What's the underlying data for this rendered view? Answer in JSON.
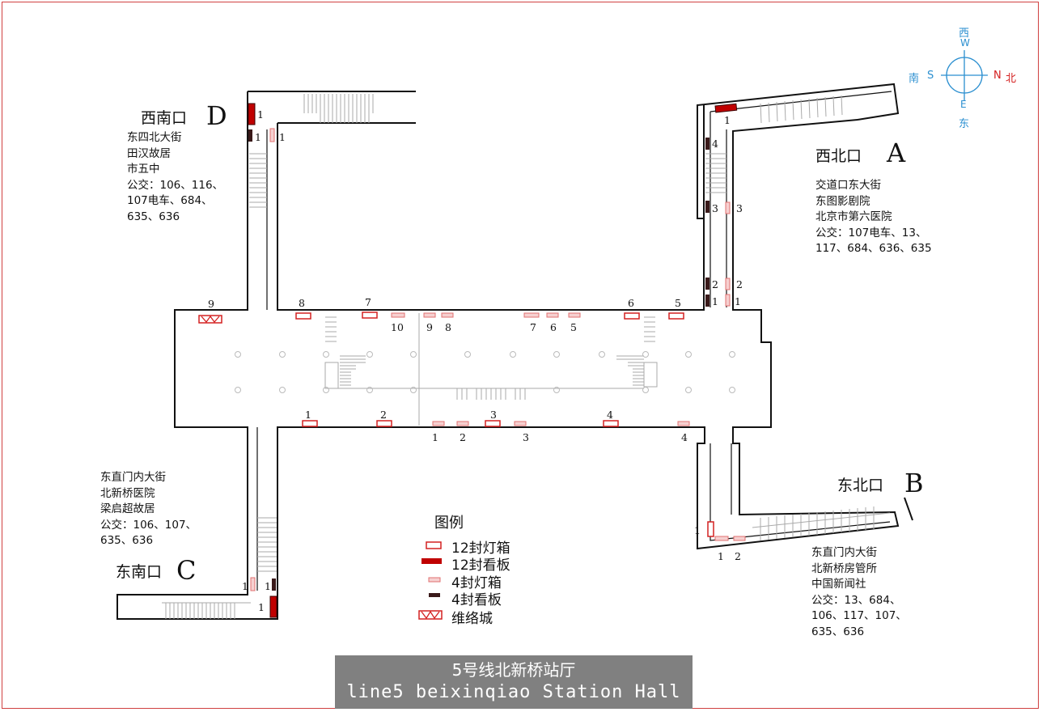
{
  "title": {
    "cn": "5号线北新桥站厅",
    "en": "line5 beixinqiao Station Hall"
  },
  "compass": {
    "west_cn": "西",
    "west": "W",
    "south_cn": "南",
    "south": "S",
    "north": "N",
    "north_cn": "北",
    "east": "E",
    "east_cn": "东"
  },
  "exits": {
    "D": {
      "name": "西南口",
      "letter": "D",
      "info": [
        "东四北大街",
        "田汉故居",
        "市五中",
        "公交：106、116、",
        "107电车、684、",
        "635、636"
      ]
    },
    "A": {
      "name": "西北口",
      "letter": "A",
      "info": [
        "交道口东大街",
        "东图影剧院",
        "北京市第六医院",
        "公交：107电车、13、",
        "117、684、636、635"
      ]
    },
    "C": {
      "name": "东南口",
      "letter": "C",
      "info": [
        "东直门内大街",
        "北新桥医院",
        "梁启超故居",
        "公交：106、107、",
        "635、636"
      ]
    },
    "B": {
      "name": "东北口",
      "letter": "B",
      "info": [
        "东直门内大街",
        "北新桥房管所",
        "中国新闻社",
        "公交：13、684、",
        "106、117、107、",
        "635、636"
      ]
    }
  },
  "legend": {
    "title": "图例",
    "items": [
      {
        "label": "12封灯箱",
        "kind": "lightbox12"
      },
      {
        "label": "12封看板",
        "kind": "board12"
      },
      {
        "label": "4封灯箱",
        "kind": "lightbox4"
      },
      {
        "label": "4封看板",
        "kind": "board4"
      },
      {
        "label": "维络城",
        "kind": "vlc"
      }
    ]
  },
  "colors": {
    "red": "#d42020",
    "darkred": "#c00000",
    "darkbrown": "#3a1a1a",
    "pink": "#e89090",
    "blue": "#2b8fd0",
    "wall": "#111111"
  },
  "markers": {
    "hall_top_12": [
      "8",
      "7",
      "6",
      "5"
    ],
    "hall_top_4": [
      "10",
      "9",
      "8",
      "7",
      "6",
      "5"
    ],
    "hall_vlc": [
      "9"
    ],
    "hall_bottom_12": [
      "1",
      "2",
      "3",
      "4"
    ],
    "hall_bottom_4": [
      "1",
      "2",
      "3",
      "4"
    ],
    "exit_D": [
      "1",
      "1",
      "1"
    ],
    "exit_A": [
      "1",
      "4",
      "3",
      "3",
      "2",
      "2",
      "1",
      "1"
    ],
    "exit_C": [
      "1",
      "1",
      "1"
    ],
    "exit_B": [
      "1",
      "1",
      "2"
    ]
  }
}
